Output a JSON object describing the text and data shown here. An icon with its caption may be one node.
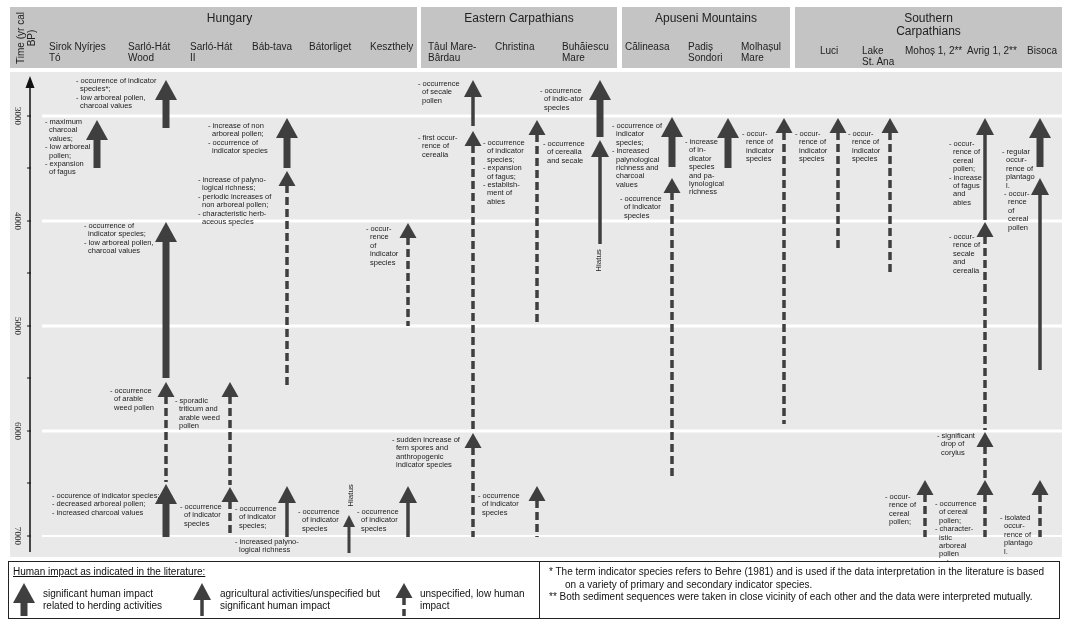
{
  "diagram": {
    "nodes": [
      {
        "text": [
          "Time (yr cal BP)"
        ]
      },
      {
        "text": [
          "Hungary",
          "Sirok Nyírjes Tó",
          "Sarló-Hát Wood",
          "Sarló-Hát II",
          "Báb-tava",
          "Bátorliget",
          "Keszthely"
        ]
      },
      {
        "text": [
          "Eastern Carpathians",
          "Tâul Mare-Bârdau",
          "Christina",
          "Buhăiescu Mare"
        ]
      },
      {
        "text": [
          "Apuseni Mountains",
          "Călineasa",
          "Padiș Sondori",
          "Molhașul Mare"
        ]
      },
      {
        "text": [
          "Southern Carpathians",
          "Luci",
          "Lake St. Ana",
          "Mohoș 1, 2**",
          "Avrig 1, 2**",
          "Bisoca"
        ]
      }
    ],
    "edges": [],
    "labels": [
      "3000",
      "4000",
      "5000",
      "6000",
      "7000",
      "- maximum charcoal values;",
      "- low arboreal pollen;",
      "- expansion of fagus",
      "- occurrence of indicator species*;",
      "- low arboreal pollen, charcoal values",
      "- increase of non arboreal pollen;",
      "- occurrence of indicator species",
      "- occurrence of indicator species;",
      "- low arboreal pollen, charcoal values",
      "- increase of palyno-logical richness;",
      "- periodic increases of non arboreal pollen;",
      "- characteristic herb-aceous species",
      "- occur-rence of indicator species",
      "- occurrence of secale pollen",
      "- first occur-rence of cerealia",
      "- occurrence of indicator species;",
      "- expansion of fagus;",
      "- establish-ment of abies",
      "- occurrence of cerealia and secale",
      "- occurrence of indic-ator species",
      "- occurrence of indicator species;",
      "- increased palynological richness and charcoal values",
      "- occurrence of indicator species",
      "- increase of in-dicator species and pa-lynological richness",
      "- occur-rence of indicator species",
      "- occur-rence of indicator species",
      "- occur-rence of indicator species",
      "- occur-rence of cereal pollen;",
      "- increase of fagus and abies",
      "- regular occur-rence of plantago l.",
      "- occur-rence of cereal pollen",
      "- occur-rence of secale and cerealia",
      "- occurrence of arable weed pollen",
      "- sporadic triticum and arable weed pollen",
      "- occurence of indicator species;",
      "- decreased arboreal pollen;",
      "- increased charcoal values",
      "- occurrence of indicator species",
      "- occurrence of indicator species;",
      "- increased palyno-logical richness",
      "- occurrence of indicator species",
      "- occurrence of indicator species",
      "- sudden increase of fern spores and anthropogenic indicator species",
      "- occurrence of indicator species",
      "- occur-rence of cereal pollen;",
      "- occurrence of cereal pollen;",
      "- character-istic arboreal pollen values",
      "- isolated occur-rence of plantago l.",
      "- significant drop of corylus",
      "Hiatus",
      "Hiatus",
      "Human impact as indicated in the literature:",
      "* The term indicator species refers to Behre (1981) and is used if the data interpretation in the literature is based on a variety of primary and secondary indicator species.",
      "** Both sediment sequences were taken in close vicinity of each other and the data were interpreted mutually."
    ],
    "legend": [
      {
        "text": "significant human impact related to herding activities"
      },
      {
        "text": "agricultural activities/unspecified but significant human impact"
      },
      {
        "text": "unspecified, low human impact"
      }
    ]
  }
}
